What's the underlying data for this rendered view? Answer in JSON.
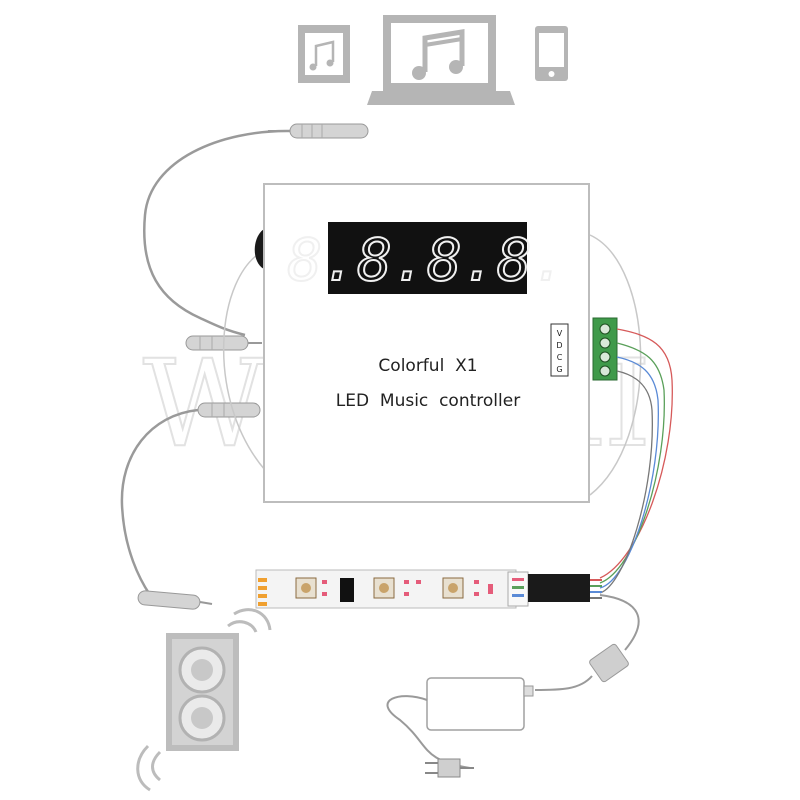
{
  "controller": {
    "title_line1": "Colorful  X1",
    "title_line2": "LED  Music  controller",
    "display_digits": "8.8.8.8.",
    "terminal_labels": [
      "V",
      "D",
      "C",
      "G"
    ]
  },
  "watermark": "WESIRI",
  "devices": [
    "tablet-music",
    "laptop-music",
    "phone"
  ],
  "colors": {
    "device_gray": "#b0b0b0",
    "cable_gray": "#9a9a9a",
    "display_bg": "#111111",
    "terminal_green": "#3f9a4a",
    "strip_bg": "#f4f4f4",
    "strip_pad_orange": "#f0a030",
    "strip_led_pink": "#e55c7a",
    "speaker_gray": "#bdbdbd"
  }
}
